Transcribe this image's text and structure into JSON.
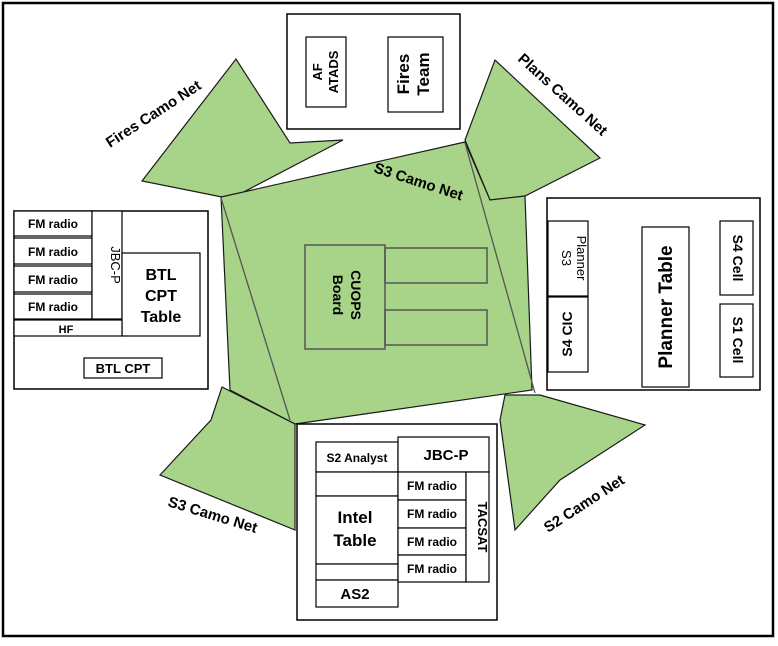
{
  "camo_nets": {
    "fires": "Fires Camo Net",
    "plans": "Plans Camo Net",
    "s3_top": "S3 Camo Net",
    "s3_bottom": "S3 Camo Net",
    "s2": "S2 Camo Net"
  },
  "cuops_board": [
    "CUOPS",
    "Board"
  ],
  "fires_tent": {
    "af_atads": [
      "AF",
      "ATADS"
    ],
    "fires_team": [
      "Fires",
      "Team"
    ]
  },
  "btl_cpt_area": {
    "fm_radios": [
      "FM radio",
      "FM radio",
      "FM radio",
      "FM radio"
    ],
    "jbcp": "JBC-P",
    "hf": "HF",
    "table": [
      "BTL",
      "CPT",
      "Table"
    ],
    "label": "BTL CPT"
  },
  "planning_area": {
    "s3_planner": [
      "S3",
      "Planner"
    ],
    "s4_cic": "S4 CIC",
    "planner_table": "Planner Table",
    "s4_cell": "S4 Cell",
    "s1_cell": "S1 Cell"
  },
  "intel_area": {
    "s2_analyst": "S2 Analyst",
    "jbcp": "JBC-P",
    "fm_radios": [
      "FM radio",
      "FM radio",
      "FM radio",
      "FM radio"
    ],
    "tacsat": "TACSAT",
    "table": [
      "Intel",
      "Table"
    ],
    "as2": "AS2"
  }
}
